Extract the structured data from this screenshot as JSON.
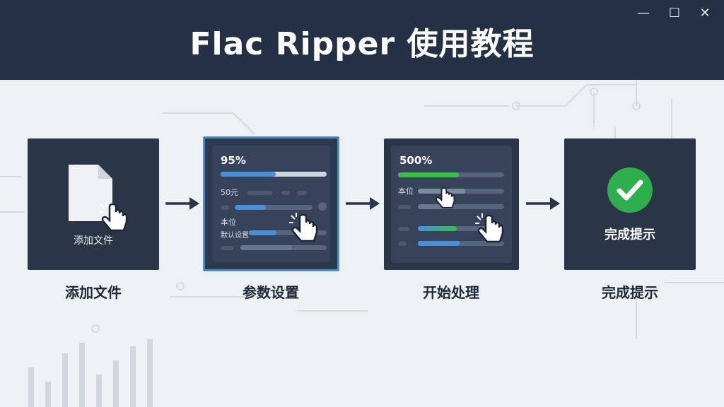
{
  "window": {
    "title": "Flac Ripper 使用教程",
    "controls": {
      "minimize": "—",
      "maximize": "☐",
      "close": "✕"
    }
  },
  "steps": [
    {
      "label": "添加文件",
      "panel_text": "添加文件",
      "icon": "file-icon"
    },
    {
      "label": "参数设置",
      "progress_text": "95%",
      "progress": 0.52,
      "row1": "50元",
      "row3": "本位",
      "row4": "默认设置"
    },
    {
      "label": "开始处理",
      "progress_text": "500%",
      "progress": 0.57,
      "row1": "本位"
    },
    {
      "label": "完成提示",
      "panel_text": "完成提示",
      "icon": "check-circle-icon"
    }
  ],
  "colors": {
    "header_bg": "#243044",
    "panel_bg": "#2a3548",
    "selected_border": "#3d8fd6",
    "accent_blue": "#4a8fd8",
    "accent_green": "#3fb950",
    "success_green": "#2fae4e"
  }
}
